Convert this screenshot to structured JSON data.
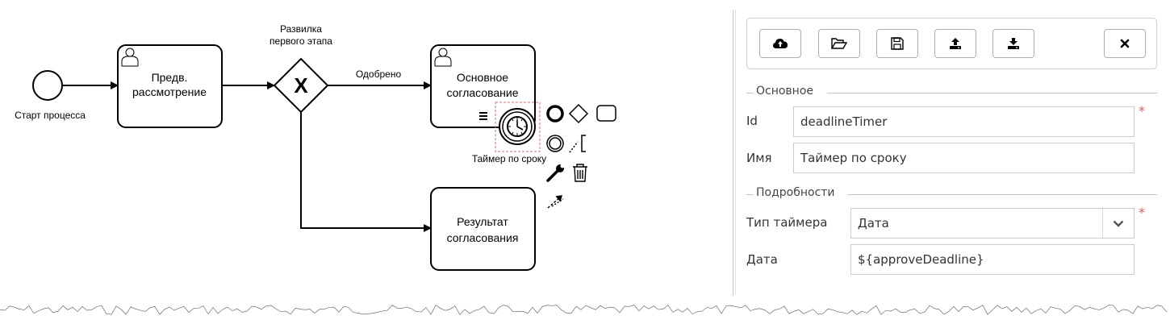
{
  "diagram": {
    "start_event": {
      "label": "Старт процесса"
    },
    "task_review": {
      "line1": "Предв.",
      "line2": "рассмотрение"
    },
    "gateway": {
      "line1": "Развилка",
      "line2": "первого этапа"
    },
    "flow_approved": {
      "label": "Одобрено"
    },
    "task_main": {
      "line1": "Основное",
      "line2": "согласование"
    },
    "task_result": {
      "line1": "Результат",
      "line2": "согласования"
    },
    "timer": {
      "label": "Таймер по сроку"
    }
  },
  "toolbar": {
    "buttons": [
      {
        "icon": "cloud-upload-icon"
      },
      {
        "icon": "folder-open-icon"
      },
      {
        "icon": "save-icon"
      },
      {
        "icon": "export-icon"
      },
      {
        "icon": "import-icon"
      },
      {
        "icon": "close-icon"
      }
    ]
  },
  "properties": {
    "section_main": "Основное",
    "id_label": "Id",
    "id_value": "deadlineTimer",
    "name_label": "Имя",
    "name_value": "Таймер по сроку",
    "section_details": "Подробности",
    "timer_type_label": "Тип таймера",
    "timer_type_value": "Дата",
    "date_label": "Дата",
    "date_value": "${approveDeadline}",
    "required_mark": "*"
  }
}
